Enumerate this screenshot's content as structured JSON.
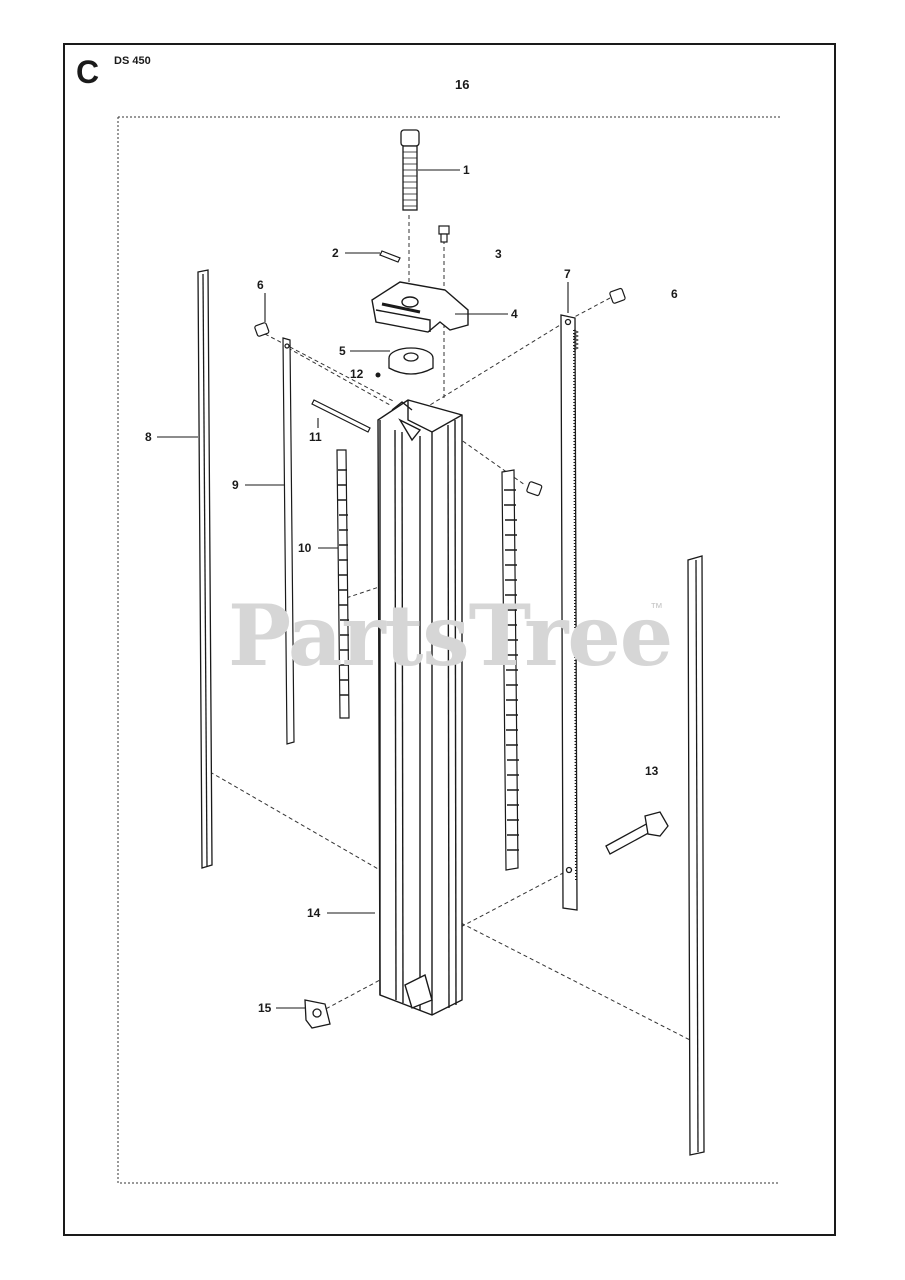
{
  "header": {
    "section_letter": "C",
    "model": "DS 450",
    "group_number": "16"
  },
  "callouts": {
    "c1": "1",
    "c2": "2",
    "c3": "3",
    "c4": "4",
    "c5": "5",
    "c6a": "6",
    "c6b": "6",
    "c7": "7",
    "c8": "8",
    "c9": "9",
    "c10": "10",
    "c11": "11",
    "c12": "12",
    "c13": "13",
    "c14": "14",
    "c15": "15"
  },
  "watermark": {
    "text": "PartsTree",
    "tm": "™"
  },
  "colors": {
    "line": "#1a1a1a",
    "watermark": "#d6d6d6",
    "part_fill": "#ffffff",
    "dark_fill": "#444444"
  }
}
